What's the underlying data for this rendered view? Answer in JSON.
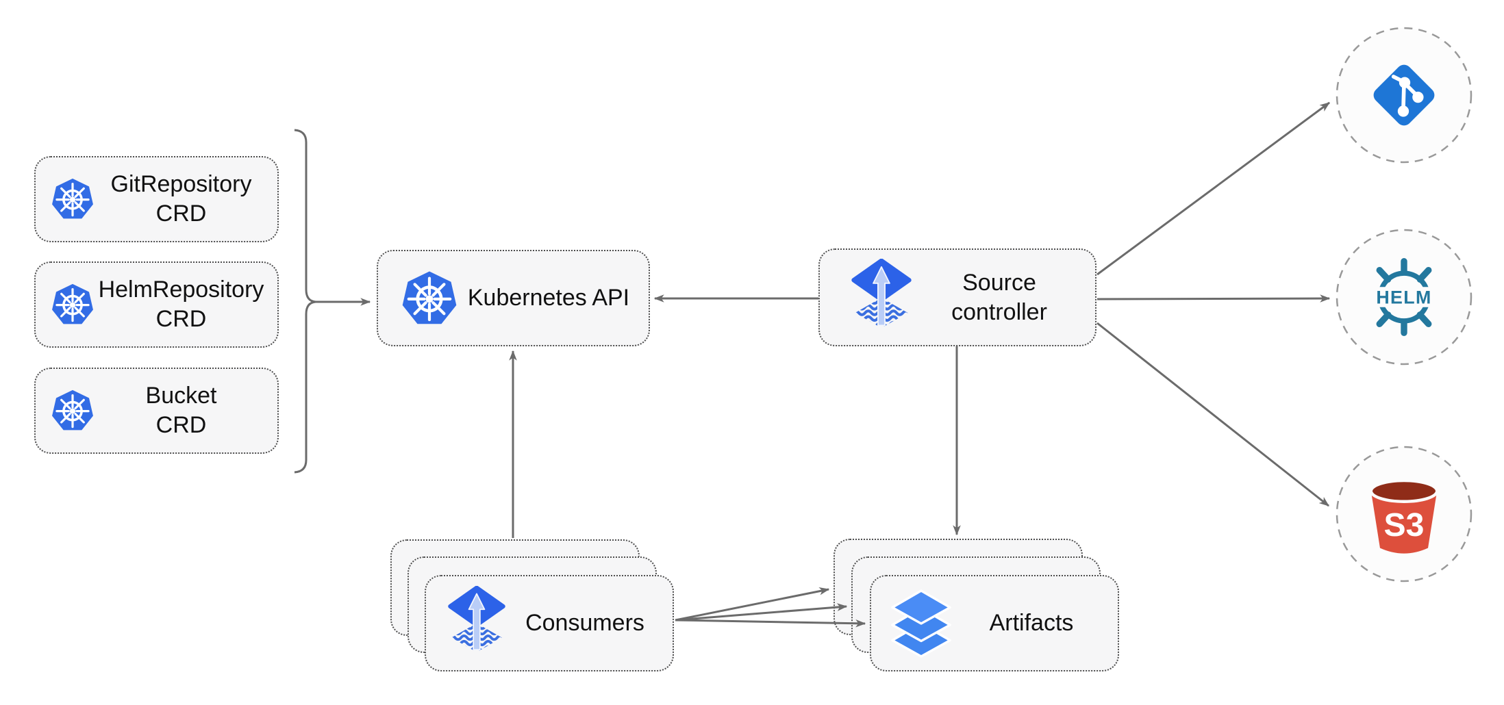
{
  "nodes": {
    "crd_boxes": [
      {
        "line1": "GitRepository",
        "line2": "CRD",
        "icon": "kubernetes-icon"
      },
      {
        "line1": "HelmRepository",
        "line2": "CRD",
        "icon": "kubernetes-icon"
      },
      {
        "line1": "Bucket",
        "line2": "CRD",
        "icon": "kubernetes-icon"
      }
    ],
    "kubernetes_api": {
      "label": "Kubernetes API",
      "icon": "kubernetes-icon"
    },
    "source_controller": {
      "line1": "Source",
      "line2": "controller",
      "icon": "flux-icon"
    },
    "consumers": {
      "label": "Consumers",
      "icon": "flux-icon",
      "stacked": 3
    },
    "artifacts": {
      "label": "Artifacts",
      "icon": "layers-icon",
      "stacked": 3
    },
    "git": {
      "icon": "git-icon"
    },
    "helm": {
      "icon": "helm-icon",
      "text": "HELM"
    },
    "s3": {
      "icon": "s3-bucket-icon",
      "text": "S3"
    }
  },
  "connectors": [
    "crds-brace-to-kubernetes-api",
    "source-controller-to-kubernetes-api",
    "consumers-to-kubernetes-api",
    "source-controller-to-artifacts",
    "source-controller-to-git",
    "source-controller-to-helm",
    "source-controller-to-s3",
    "consumers-to-artifacts-1",
    "consumers-to-artifacts-2",
    "consumers-to-artifacts-3"
  ],
  "colors": {
    "kubernetes_blue": "#326CE5",
    "flux_blue": "#2C62E8",
    "flux_arrow_light": "#B9CDF7",
    "layers_blue": "#4186F0",
    "git_blue": "#1E76D6",
    "helm_teal": "#23789E",
    "s3_red": "#DD4F3C",
    "s3_dark_red": "#8F2C18",
    "node_fill": "#F6F6F7",
    "node_border": "#4D4D4D",
    "circle_border": "#999999",
    "connector_gray": "#6B6B6B"
  }
}
